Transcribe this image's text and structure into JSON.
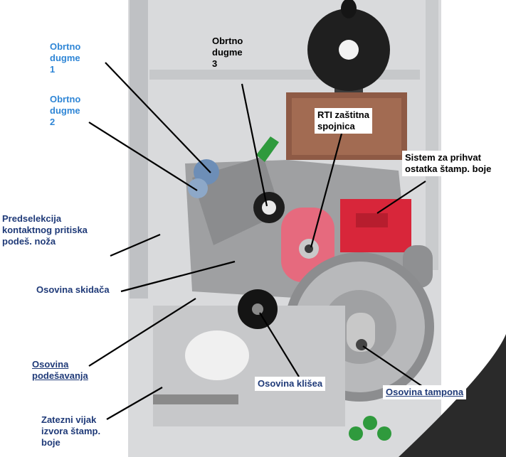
{
  "image": {
    "description_hidden": "",
    "colors": {
      "background": "#ffffff",
      "label_blue": "#2f86d6",
      "label_navy": "#1f3a78",
      "label_black": "#000000",
      "red_part": "#d8263a",
      "pink_part": "#e66a7e",
      "metal": "#a7a8aa",
      "dark_metal": "#3a3a3a",
      "green": "#2f9a3d"
    }
  },
  "labels": {
    "obrtno_dugme_1": "Obrtno\ndugme\n1",
    "obrtno_dugme_2": "Obrtno\ndugme\n2",
    "obrtno_dugme_3": "Obrtno\ndugme\n3",
    "rti_zastitna_spojnica": "RTI zaštitna\nspojnica",
    "sistem_za_prihvat": "Sistem za prihvat\nostatka štamp. boje",
    "predselekcija": "Predselekcija\n kontaktnog pritiska\npodeš. nožа",
    "osovina_skidaca": "Osovina skidača",
    "osovina_podesavanja": "Osovina\npodešavanja",
    "zatezni_vijak": "Zatezni vijak\nizvora štamp.\nboje",
    "osovina_klisea": "Osovina klišea",
    "osovina_tampona": "Osovina tampona"
  }
}
